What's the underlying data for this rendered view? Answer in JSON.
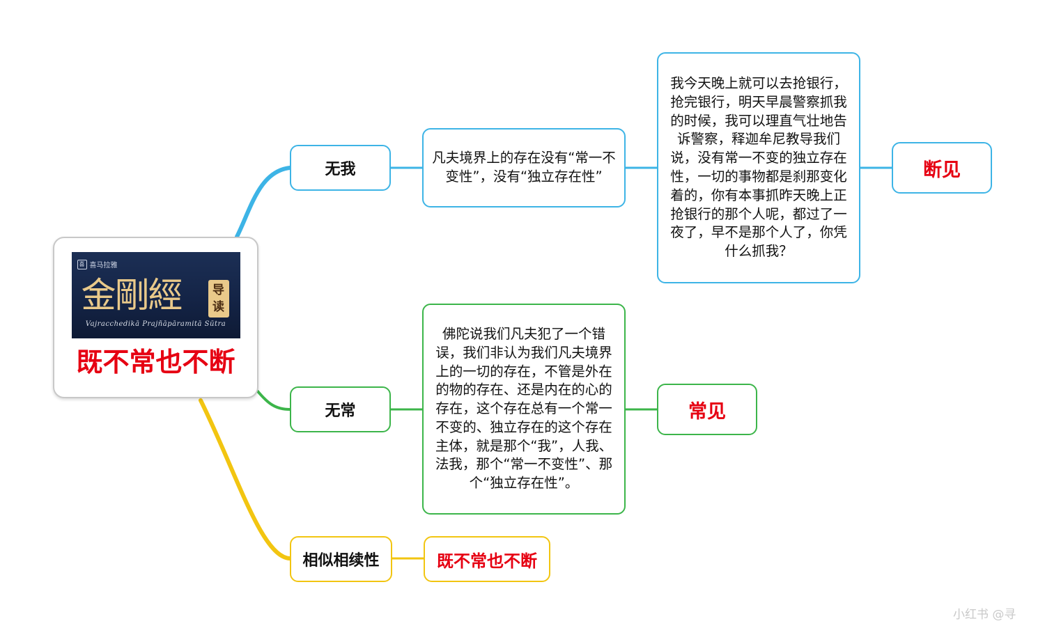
{
  "colors": {
    "wuwo_branch": "#3db4e6",
    "wuchang_branch": "#3cb54a",
    "xiangsi_branch": "#f2c511",
    "emphasis_text": "#e60012"
  },
  "root": {
    "cover": {
      "brand": "喜马拉雅",
      "title": "金剛經",
      "seal": "导读",
      "subtitle": "Vajracchedikā Prajñāpāramitā Sūtra"
    },
    "title": "既不常也不断"
  },
  "branches": [
    {
      "label": "无我",
      "explanation": "凡夫境界上的存在没有“常一不变性”，没有“独立存在性”",
      "example": "我今天晚上就可以去抢银行，抢完银行，明天早晨警察抓我的时候，我可以理直气壮地告诉警察，释迦牟尼教导我们说，没有常一不变的独立存在性，一切的事物都是刹那变化着的，你有本事抓昨天晚上正抢银行的那个人呢，都过了一夜了，早不是那个人了，你凭什么抓我？",
      "conclusion": "断见"
    },
    {
      "label": "无常",
      "explanation": "佛陀说我们凡夫犯了一个错误，我们非认为我们凡夫境界上的一切的存在，不管是外在的物的存在、还是内在的心的存在，这个存在总有一个常一不变的、独立存在的这个存在主体，就是那个“我”，人我、法我，那个“常一不变性”、那个“独立存在性”。",
      "conclusion": "常见"
    },
    {
      "label": "相似相续性",
      "conclusion": "既不常也不断"
    }
  ],
  "watermark": "小红书 @寻"
}
